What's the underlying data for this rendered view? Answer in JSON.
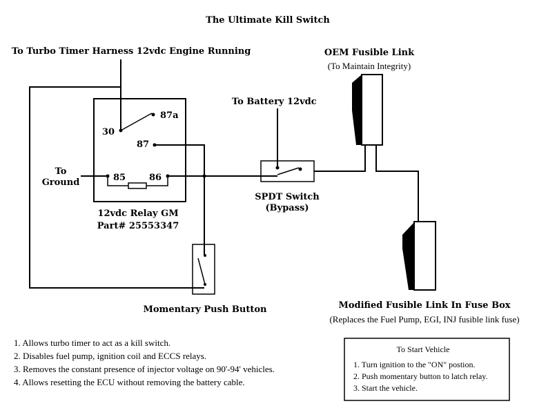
{
  "title": "The Ultimate Kill Switch",
  "labels": {
    "turbo_timer": "To Turbo Timer Harness 12vdc Engine Running",
    "oem_link": "OEM Fusible Link",
    "oem_link_sub": "(To Maintain Integrity)",
    "battery": "To Battery 12vdc",
    "to": "To",
    "ground": "Ground",
    "relay_name": "12vdc Relay GM",
    "relay_part": "Part# 25553347",
    "spdt": "SPDT Switch",
    "spdt_sub": "(Bypass)",
    "push_button": "Momentary Push Button",
    "modified_link": "Modified Fusible Link In Fuse Box",
    "modified_link_sub": "(Replaces the Fuel Pump, EGI, INJ fusible link fuse)"
  },
  "pins": {
    "p30": "30",
    "p87a": "87a",
    "p87": "87",
    "p85": "85",
    "p86": "86"
  },
  "notes": [
    "1. Allows turbo timer to act as a kill switch.",
    "2. Disables fuel pump, ignition coil and ECCS relays.",
    "3. Removes the constant presence of injector voltage on 90'-94' vehicles.",
    "4. Allows resetting the ECU without removing the battery cable."
  ],
  "start_box": {
    "title": "To Start Vehicle",
    "steps": [
      "1. Turn ignition to the \"ON\" postion.",
      "2. Push momentary button to latch relay.",
      "3. Start the vehicle."
    ]
  }
}
